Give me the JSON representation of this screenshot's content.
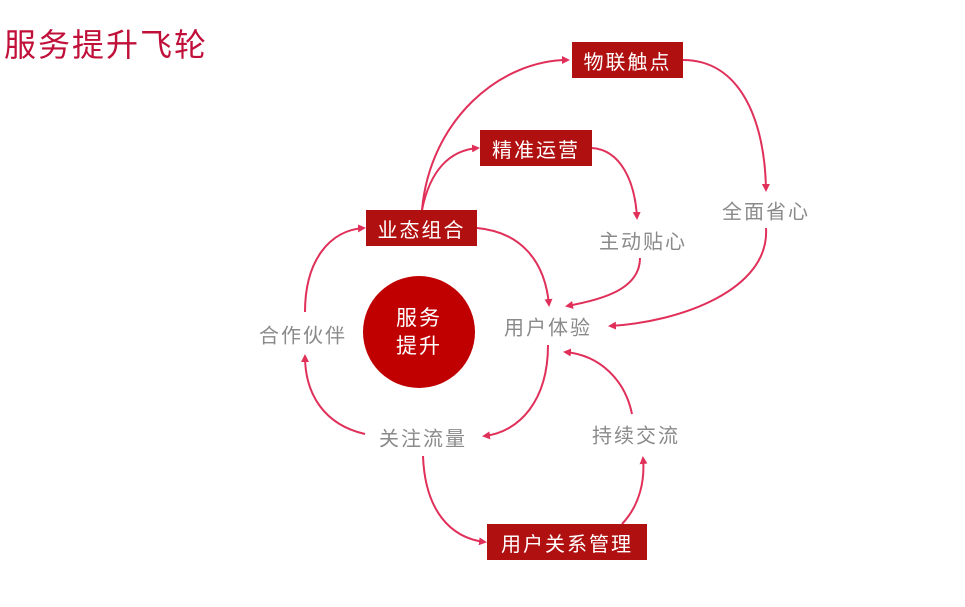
{
  "title": "服务提升飞轮",
  "hub": {
    "line1": "服务",
    "line2": "提升"
  },
  "boxes": {
    "wulian": "物联触点",
    "jingzhun": "精准运营",
    "yetai": "业态组合",
    "guanxi": "用户关系管理"
  },
  "labels": {
    "quanmian": "全面省心",
    "zhudong": "主动贴心",
    "tiyan": "用户体验",
    "huoban": "合作伙伴",
    "liuliang": "关注流量",
    "jiaoliu": "持续交流"
  },
  "colors": {
    "box": "#b01010",
    "hub": "#c00000",
    "arrow": "#e0305a",
    "label": "#8a8a8a"
  }
}
